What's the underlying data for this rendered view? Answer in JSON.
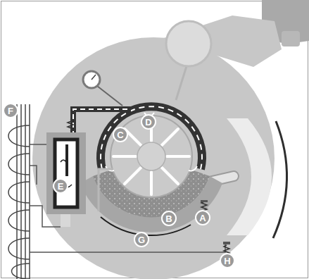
{
  "diagram": {
    "nodes": [
      {
        "text": [
          "F"
        ]
      },
      {
        "text": [
          "D"
        ]
      },
      {
        "text": [
          "C"
        ]
      },
      {
        "text": [
          "E"
        ]
      },
      {
        "text": [
          "B"
        ]
      },
      {
        "text": [
          "A"
        ]
      },
      {
        "text": [
          "G"
        ]
      },
      {
        "text": [
          "H"
        ]
      }
    ]
  }
}
